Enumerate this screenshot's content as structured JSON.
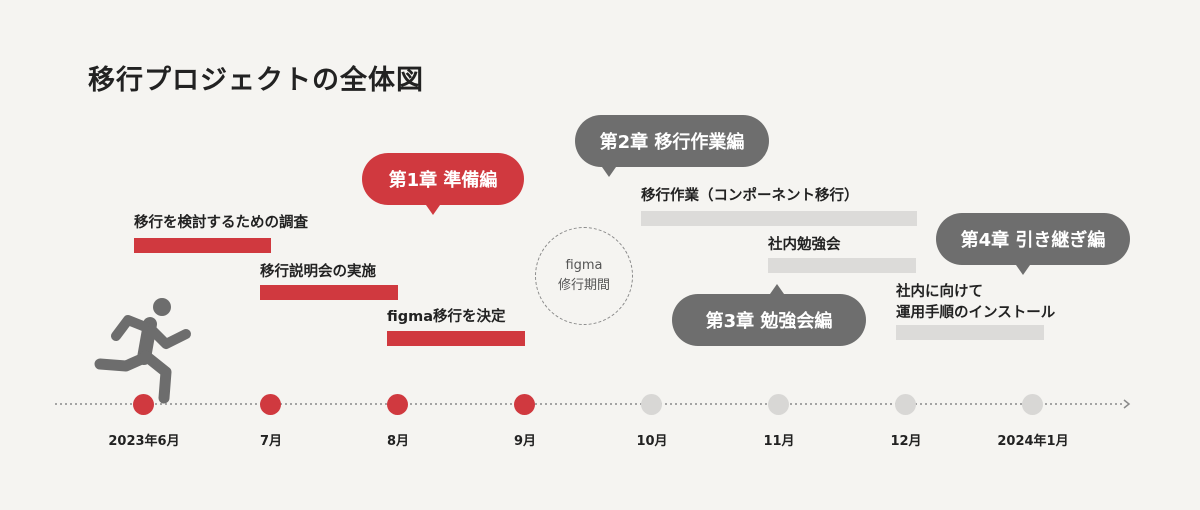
{
  "title": "移行プロジェクトの全体図",
  "tasks": {
    "kentou": "移行を検討するための調査",
    "setsumeikai": "移行説明会の実施",
    "kettei": "figma移行を決定",
    "component": "移行作業（コンポーネント移行）",
    "benkyoukai": "社内勉強会",
    "install_line1": "社内に向けて",
    "install_line2": "運用手順のインストール"
  },
  "chapters": {
    "ch1": "第1章 準備編",
    "ch2": "第2章 移行作業編",
    "ch3": "第3章 勉強会編",
    "ch4": "第4章 引き継ぎ編"
  },
  "period": {
    "line1": "figma",
    "line2": "修行期間"
  },
  "timeline": {
    "months": [
      "2023年6月",
      "7月",
      "8月",
      "9月",
      "10月",
      "11月",
      "12月",
      "2024年1月"
    ],
    "completed_count": 4
  },
  "icons": {
    "runner": "running-person-icon",
    "arrow": "arrow-right-icon"
  },
  "colors": {
    "accent": "#d0393f",
    "grey_bubble": "#6e6e6e",
    "grey_bar": "#dcdbd9",
    "background": "#f5f4f1"
  }
}
